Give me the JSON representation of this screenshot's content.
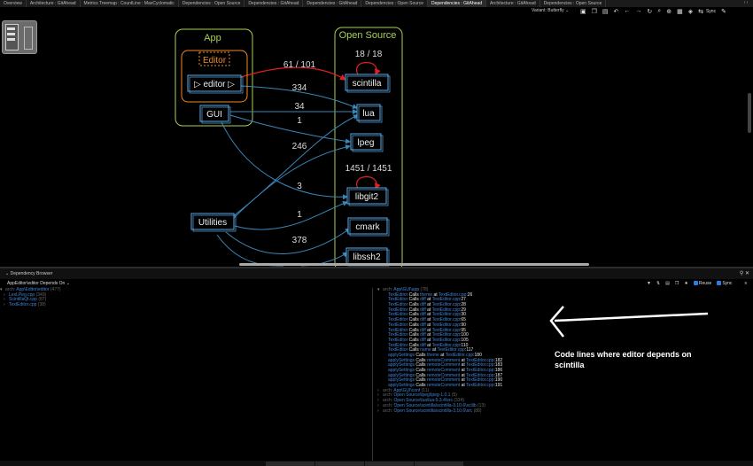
{
  "tabs": [
    {
      "label": "Overview",
      "active": false
    },
    {
      "label": "Architecture : GitAhead",
      "active": false
    },
    {
      "label": "Metrics Treemap : CountLine : MaxCyclomatic",
      "active": false
    },
    {
      "label": "Dependencies : Open Source",
      "active": false
    },
    {
      "label": "Dependencies : GitAhead",
      "active": false
    },
    {
      "label": "Dependencies : GitAhead",
      "active": false
    },
    {
      "label": "Dependencies : Open Source",
      "active": false
    },
    {
      "label": "Dependencies : GitAhead",
      "active": true
    },
    {
      "label": "Architecture : GitAhead",
      "active": false
    },
    {
      "label": "Dependencies : Open Source",
      "active": false
    }
  ],
  "toolbar": {
    "variant_label": "Variant: Butterfly",
    "sync_label": "Sync"
  },
  "graph": {
    "groups": {
      "app": "App",
      "open_source": "Open Source"
    },
    "nodes": {
      "editor_group": "Editor",
      "editor": "▷ editor ▷",
      "gui": "GUI",
      "utilities": "Utilities",
      "scintilla": "scintilla",
      "lua": "lua",
      "lpeg": "lpeg",
      "libgit2": "libgit2",
      "cmark": "cmark",
      "libssh2": "libssh2"
    },
    "edge_labels": {
      "e1": "61 / 101",
      "e2": "334",
      "e3": "34",
      "e4": "1",
      "e5": "246",
      "e6": "3",
      "e7": "1",
      "e8": "378"
    },
    "self_loops": {
      "scintilla": "18 / 18",
      "libgit2": "1451 / 1451"
    }
  },
  "panel": {
    "title": "Dependency Browser",
    "dropdown": "AppEditor\\editor Depends On",
    "reuse_label": "Reuse",
    "sync_label": "Sync"
  },
  "left_list": {
    "header_prefix": "arch: ",
    "header_path": "App\\Editor\\editor",
    "header_count": "(477)",
    "items": [
      {
        "name": "LexLPeg.cpp",
        "count": "(349)"
      },
      {
        "name": "ScintillaQt.cpp",
        "count": "(87)"
      },
      {
        "name": "TextEditor.cpp",
        "count": "(38)"
      }
    ]
  },
  "right_list": {
    "header_prefix": "arch: ",
    "header_path": "App\\GUI\\app",
    "header_count": "(78)",
    "lines": [
      {
        "src": "TextEditor",
        "verb": "Calls",
        "tgt": "theme",
        "file": "TextEditor.cpp",
        "line": "26"
      },
      {
        "src": "TextEditor",
        "verb": "Calls",
        "tgt": "diff",
        "file": "TextEditor.cpp",
        "line": "27"
      },
      {
        "src": "TextEditor",
        "verb": "Calls",
        "tgt": "diff",
        "file": "TextEditor.cpp",
        "line": "28"
      },
      {
        "src": "TextEditor",
        "verb": "Calls",
        "tgt": "diff",
        "file": "TextEditor.cpp",
        "line": "29"
      },
      {
        "src": "TextEditor",
        "verb": "Calls",
        "tgt": "diff",
        "file": "TextEditor.cpp",
        "line": "30"
      },
      {
        "src": "TextEditor",
        "verb": "Calls",
        "tgt": "diff",
        "file": "TextEditor.cpp",
        "line": "65"
      },
      {
        "src": "TextEditor",
        "verb": "Calls",
        "tgt": "diff",
        "file": "TextEditor.cpp",
        "line": "90"
      },
      {
        "src": "TextEditor",
        "verb": "Calls",
        "tgt": "diff",
        "file": "TextEditor.cpp",
        "line": "95"
      },
      {
        "src": "TextEditor",
        "verb": "Calls",
        "tgt": "diff",
        "file": "TextEditor.cpp",
        "line": "100"
      },
      {
        "src": "TextEditor",
        "verb": "Calls",
        "tgt": "diff",
        "file": "TextEditor.cpp",
        "line": "105"
      },
      {
        "src": "TextEditor",
        "verb": "Calls",
        "tgt": "diff",
        "file": "TextEditor.cpp",
        "line": "110"
      },
      {
        "src": "TextEditor",
        "verb": "Calls",
        "tgt": "name",
        "file": "TextEditor.cpp",
        "line": "117"
      },
      {
        "src": "applySettings",
        "verb": "Calls",
        "tgt": "theme",
        "file": "TextEditor.cpp",
        "line": "180"
      },
      {
        "src": "applySettings",
        "verb": "Calls",
        "tgt": "remoteComment",
        "file": "TextEditor.cpp",
        "line": "182"
      },
      {
        "src": "applySettings",
        "verb": "Calls",
        "tgt": "remoteComment",
        "file": "TextEditor.cpp",
        "line": "183"
      },
      {
        "src": "applySettings",
        "verb": "Calls",
        "tgt": "remoteComment",
        "file": "TextEditor.cpp",
        "line": "186"
      },
      {
        "src": "applySettings",
        "verb": "Calls",
        "tgt": "remoteComment",
        "file": "TextEditor.cpp",
        "line": "187"
      },
      {
        "src": "applySettings",
        "verb": "Calls",
        "tgt": "remoteComment",
        "file": "TextEditor.cpp",
        "line": "190"
      },
      {
        "src": "applySettings",
        "verb": "Calls",
        "tgt": "remoteComment",
        "file": "TextEditor.cpp",
        "line": "191"
      }
    ],
    "groups": [
      {
        "path": "App\\GUI\\conf",
        "count": "(11)"
      },
      {
        "path": "Open Source\\lpeg\\lpeg-1.0.1",
        "count": "(5)"
      },
      {
        "path": "Open Source\\lua\\lua-5.3.4\\src",
        "count": "(334)"
      },
      {
        "path": "Open Source\\scintilla\\scintilla-3.10.6\\scilib",
        "count": "(13)"
      },
      {
        "path": "Open Source\\scintilla\\scintilla-3.10.6\\src",
        "count": "(88)"
      }
    ]
  },
  "annotation": {
    "text": "Code lines where editor depends on scintilla"
  },
  "colors": {
    "group_border": "#a9cf55",
    "node_border": "#5aa9e6",
    "edge": "#3a86b8",
    "highlight_edge": "#e02020",
    "editor_group": "#f08a24",
    "link": "#3f83d6"
  }
}
